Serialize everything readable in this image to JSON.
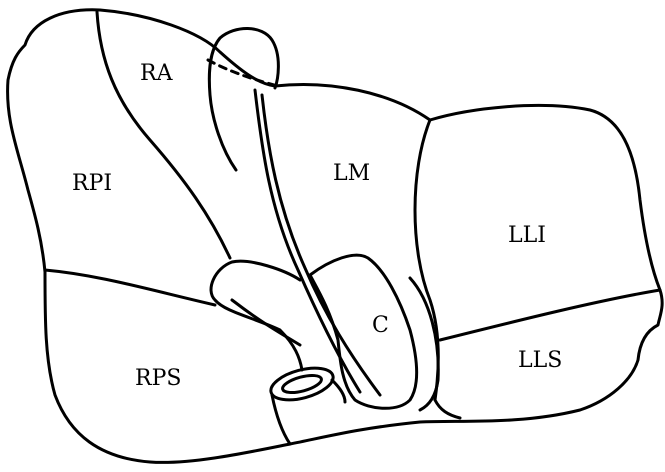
{
  "labels": {
    "ra": "RA",
    "rpi": "RPI",
    "lm": "LM",
    "lli": "LLI",
    "c": "C",
    "rps": "RPS",
    "lls": "LLS"
  }
}
